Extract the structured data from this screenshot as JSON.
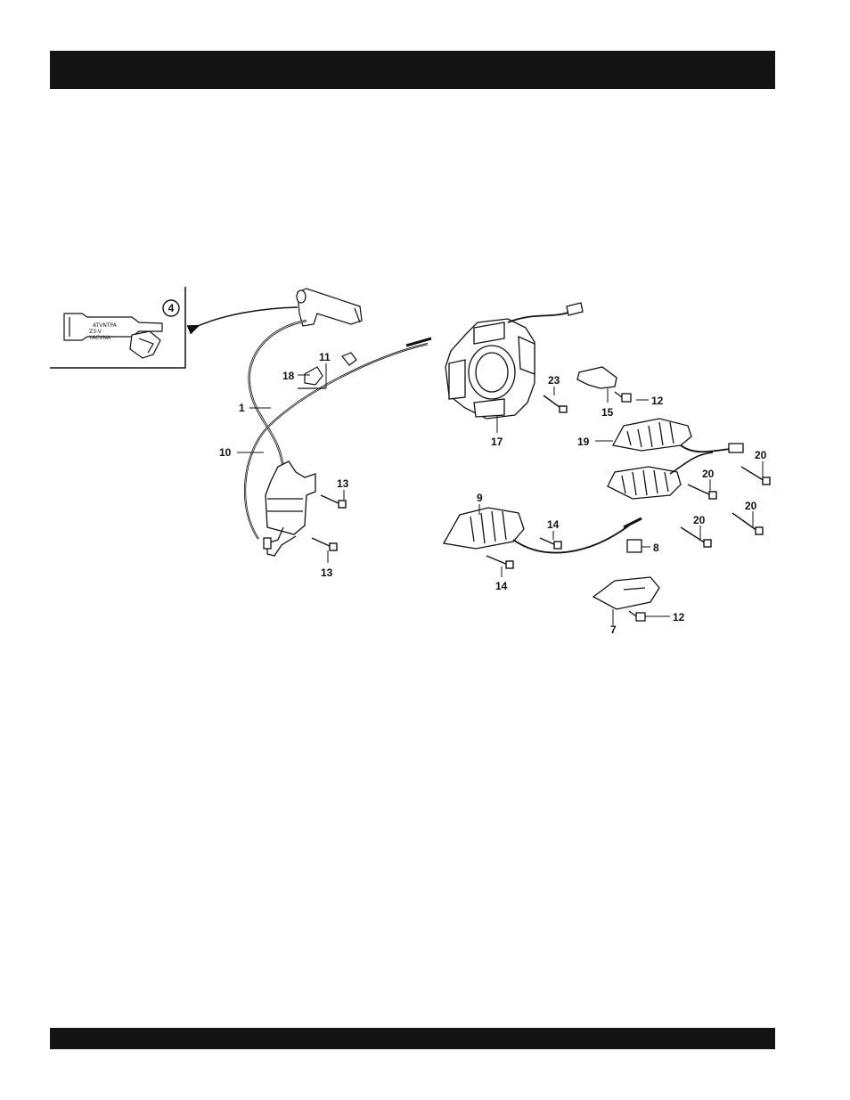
{
  "header_bar": {
    "color": "#141414"
  },
  "footer_bar": {
    "color": "#141414"
  },
  "inset": {
    "callout": "4",
    "boot_lettering": [
      "ATVNTPA",
      "Z3-V",
      "YACVNA"
    ]
  },
  "parts": [
    {
      "id": "1",
      "label": "1"
    },
    {
      "id": "7",
      "label": "7"
    },
    {
      "id": "8",
      "label": "8"
    },
    {
      "id": "9",
      "label": "9"
    },
    {
      "id": "10",
      "label": "10"
    },
    {
      "id": "11",
      "label": "11"
    },
    {
      "id": "12a",
      "label": "12"
    },
    {
      "id": "12b",
      "label": "12"
    },
    {
      "id": "13a",
      "label": "13"
    },
    {
      "id": "13b",
      "label": "13"
    },
    {
      "id": "14a",
      "label": "14"
    },
    {
      "id": "14b",
      "label": "14"
    },
    {
      "id": "15",
      "label": "15"
    },
    {
      "id": "17",
      "label": "17"
    },
    {
      "id": "18",
      "label": "18"
    },
    {
      "id": "19",
      "label": "19"
    },
    {
      "id": "20a",
      "label": "20"
    },
    {
      "id": "20b",
      "label": "20"
    },
    {
      "id": "20c",
      "label": "20"
    },
    {
      "id": "20d",
      "label": "20"
    },
    {
      "id": "23",
      "label": "23"
    }
  ]
}
